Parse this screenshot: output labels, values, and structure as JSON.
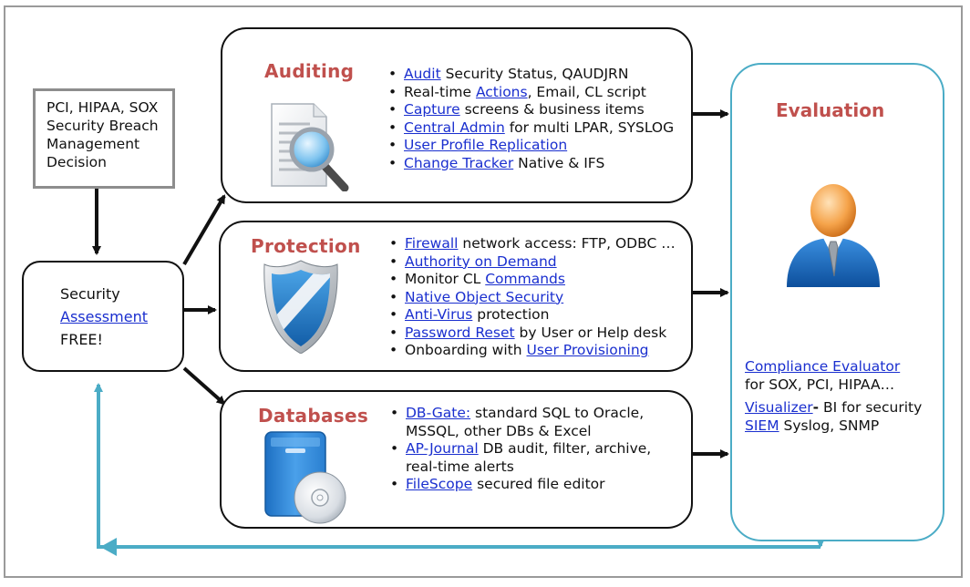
{
  "drivers": {
    "lines": [
      "PCI, HIPAA, SOX",
      "Security Breach",
      "Management",
      "Decision"
    ]
  },
  "assessment": {
    "line1": "Security",
    "link": "Assessment",
    "line3": "FREE!"
  },
  "auditing": {
    "title": "Auditing",
    "items": [
      {
        "link": "Audit",
        "text": " Security Status, QAUDJRN"
      },
      {
        "pre": "Real-time ",
        "link": "Actions",
        "text": ", Email, CL script"
      },
      {
        "link": "Capture",
        "text": " screens & business items"
      },
      {
        "link": "Central Admin",
        "text": " for multi LPAR, SYSLOG"
      },
      {
        "link": "User Profile Replication",
        "text": ""
      },
      {
        "link": "Change Tracker",
        "text": " Native & IFS"
      }
    ]
  },
  "protection": {
    "title": "Protection",
    "items": [
      {
        "link": "Firewall",
        "text": " network access: FTP, ODBC …"
      },
      {
        "link": "Authority on Demand",
        "text": ""
      },
      {
        "pre": "Monitor CL ",
        "link": "Commands",
        "text": ""
      },
      {
        "link": "Native Object Security",
        "text": ""
      },
      {
        "link": "Anti-Virus",
        "text": " protection"
      },
      {
        "link": "Password Reset",
        "text": " by User or Help desk"
      },
      {
        "pre": "Onboarding with ",
        "link": "User Provisioning",
        "text": ""
      }
    ]
  },
  "databases": {
    "title": "Databases",
    "items": [
      {
        "link": "DB-Gate:",
        "text": " standard SQL to Oracle,",
        "cont": "MSSQL, other DBs & Excel"
      },
      {
        "link": "AP-Journal",
        "text": " DB audit, filter, archive,",
        "cont": "real-time alerts"
      },
      {
        "link": "FileScope",
        "text": " secured file editor"
      }
    ]
  },
  "evaluation": {
    "title": "Evaluation",
    "compliance_link": "Compliance Evaluator",
    "compliance_text": "for SOX, PCI, HIPAA…",
    "visualizer_link": "Visualizer",
    "visualizer_text": " BI for security",
    "siem_link": "SIEM",
    "siem_text": " Syslog, SNMP"
  },
  "colors": {
    "title_red": "#c0504d",
    "link_blue": "#1a2fcf",
    "teal": "#4bacc6"
  },
  "icons": [
    "magnifier-document-icon",
    "shield-icon",
    "database-disc-icon",
    "user-avatar-icon"
  ]
}
